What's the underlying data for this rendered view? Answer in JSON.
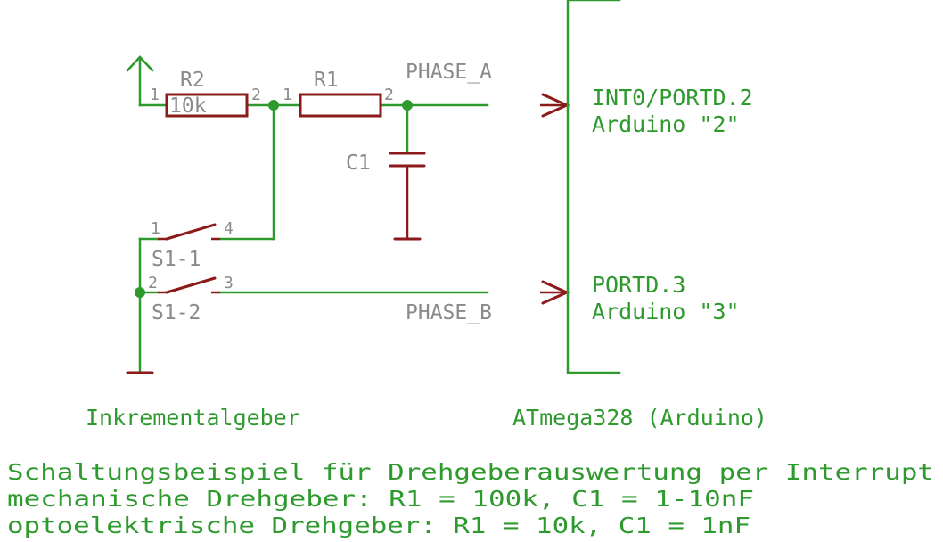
{
  "colors": {
    "wire": "#2e9a2e",
    "component": "#8b1a1a",
    "label": "#8a8a8a",
    "text": "#2e9a2e",
    "background": "#ffffff"
  },
  "components": {
    "r2": {
      "name": "R2",
      "value": "10k",
      "pin1": "1",
      "pin2": "2"
    },
    "r1": {
      "name": "R1",
      "pin1": "1",
      "pin2": "2"
    },
    "c1": {
      "name": "C1"
    },
    "s1_1": {
      "name": "S1-1",
      "pin_a": "1",
      "pin_b": "4"
    },
    "s1_2": {
      "name": "S1-2",
      "pin_a": "2",
      "pin_b": "3"
    }
  },
  "nets": {
    "phase_a": "PHASE_A",
    "phase_b": "PHASE_B"
  },
  "ports": {
    "port_a_line1": "INT0/PORTD.2",
    "port_a_line2": "Arduino \"2\"",
    "port_b_line1": "PORTD.3",
    "port_b_line2": "Arduino \"3\""
  },
  "blocks": {
    "left": "Inkrementalgeber",
    "right": "ATmega328 (Arduino)"
  },
  "notes": [
    "Schaltungsbeispiel für Drehgeberauswertung per Interrupt",
    "mechanische Drehgeber: R1 = 100k, C1 = 1-10nF",
    "optoelektrische Drehgeber: R1 = 10k, C1 = 1nF"
  ]
}
